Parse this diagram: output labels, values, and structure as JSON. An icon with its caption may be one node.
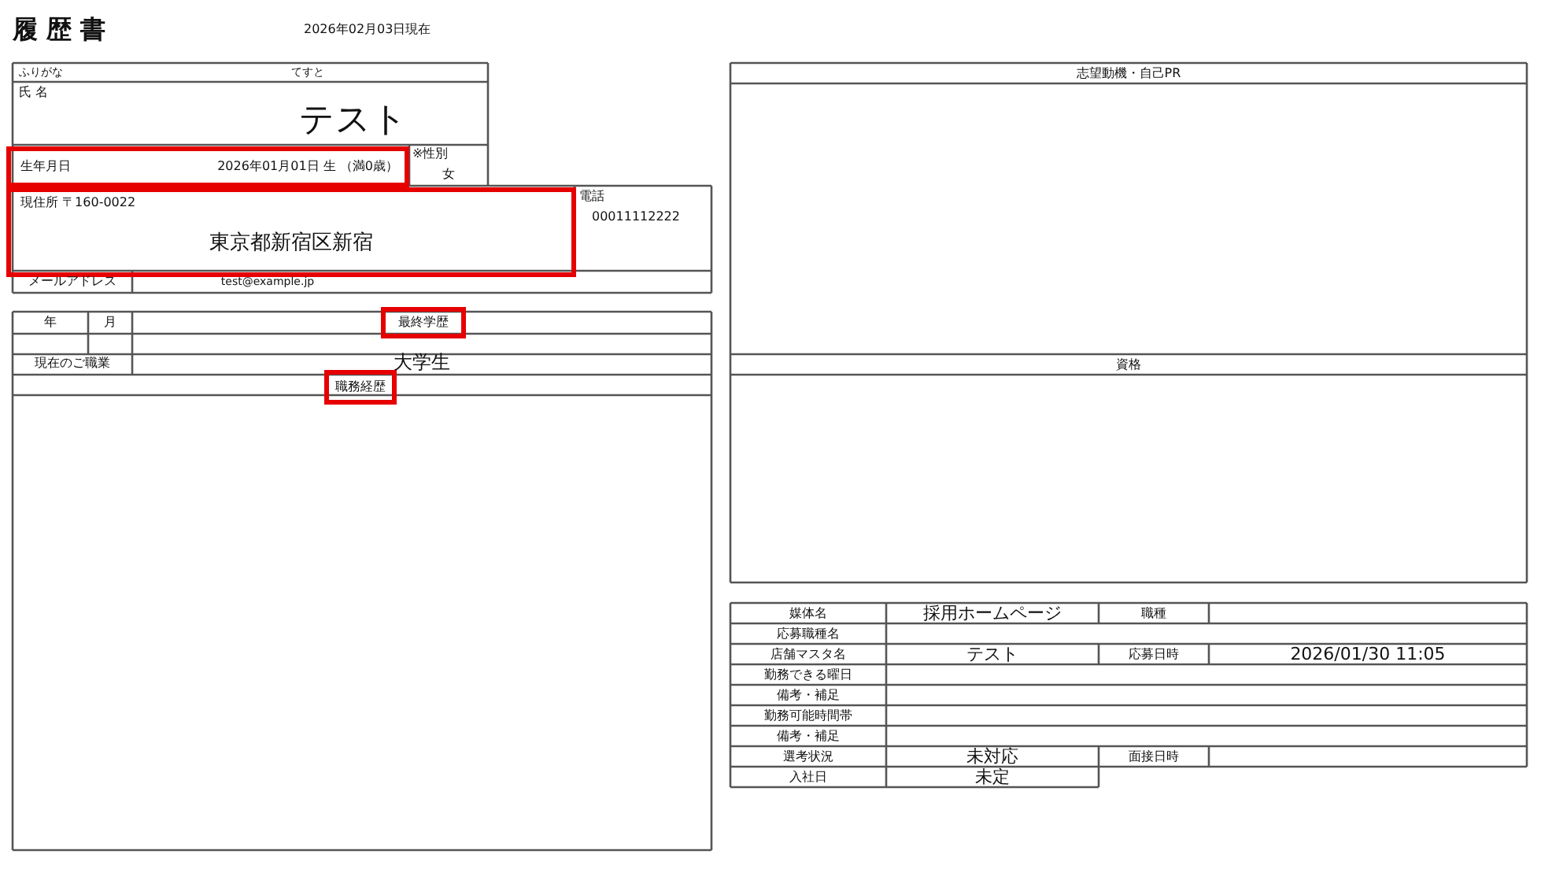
{
  "diagram": {
    "title": "履 歴 書",
    "nodes": [
      {
        "text": [
          "生年月日",
          "2026年01月01日 生 （満0歳）"
        ]
      },
      {
        "text": [
          "現住所 〒160-0022",
          "東京都新宿区新宿"
        ]
      },
      {
        "text": [
          "最終学歴"
        ]
      },
      {
        "text": [
          "職務経歴"
        ]
      }
    ],
    "edges": [],
    "labels": [
      "2026年02月03日現在",
      "ふりがな",
      "てすと",
      "氏 名",
      "テスト",
      "※性別",
      "女",
      "電話",
      "00011112222",
      "メールアドレス",
      "test@example.jp",
      "年",
      "月",
      "現在のご職業",
      "大学生",
      "志望動機・自己PR",
      "資格",
      "媒体名",
      "採用ホームページ",
      "職種",
      "応募職種名",
      "店舗マスタ名",
      "テスト",
      "応募日時",
      "2026/01/30 11:05",
      "勤務できる曜日",
      "備考・補足",
      "勤務可能時間帯",
      "備考・補足",
      "選考状況",
      "未対応",
      "面接日時",
      "入社日",
      "未定"
    ]
  }
}
